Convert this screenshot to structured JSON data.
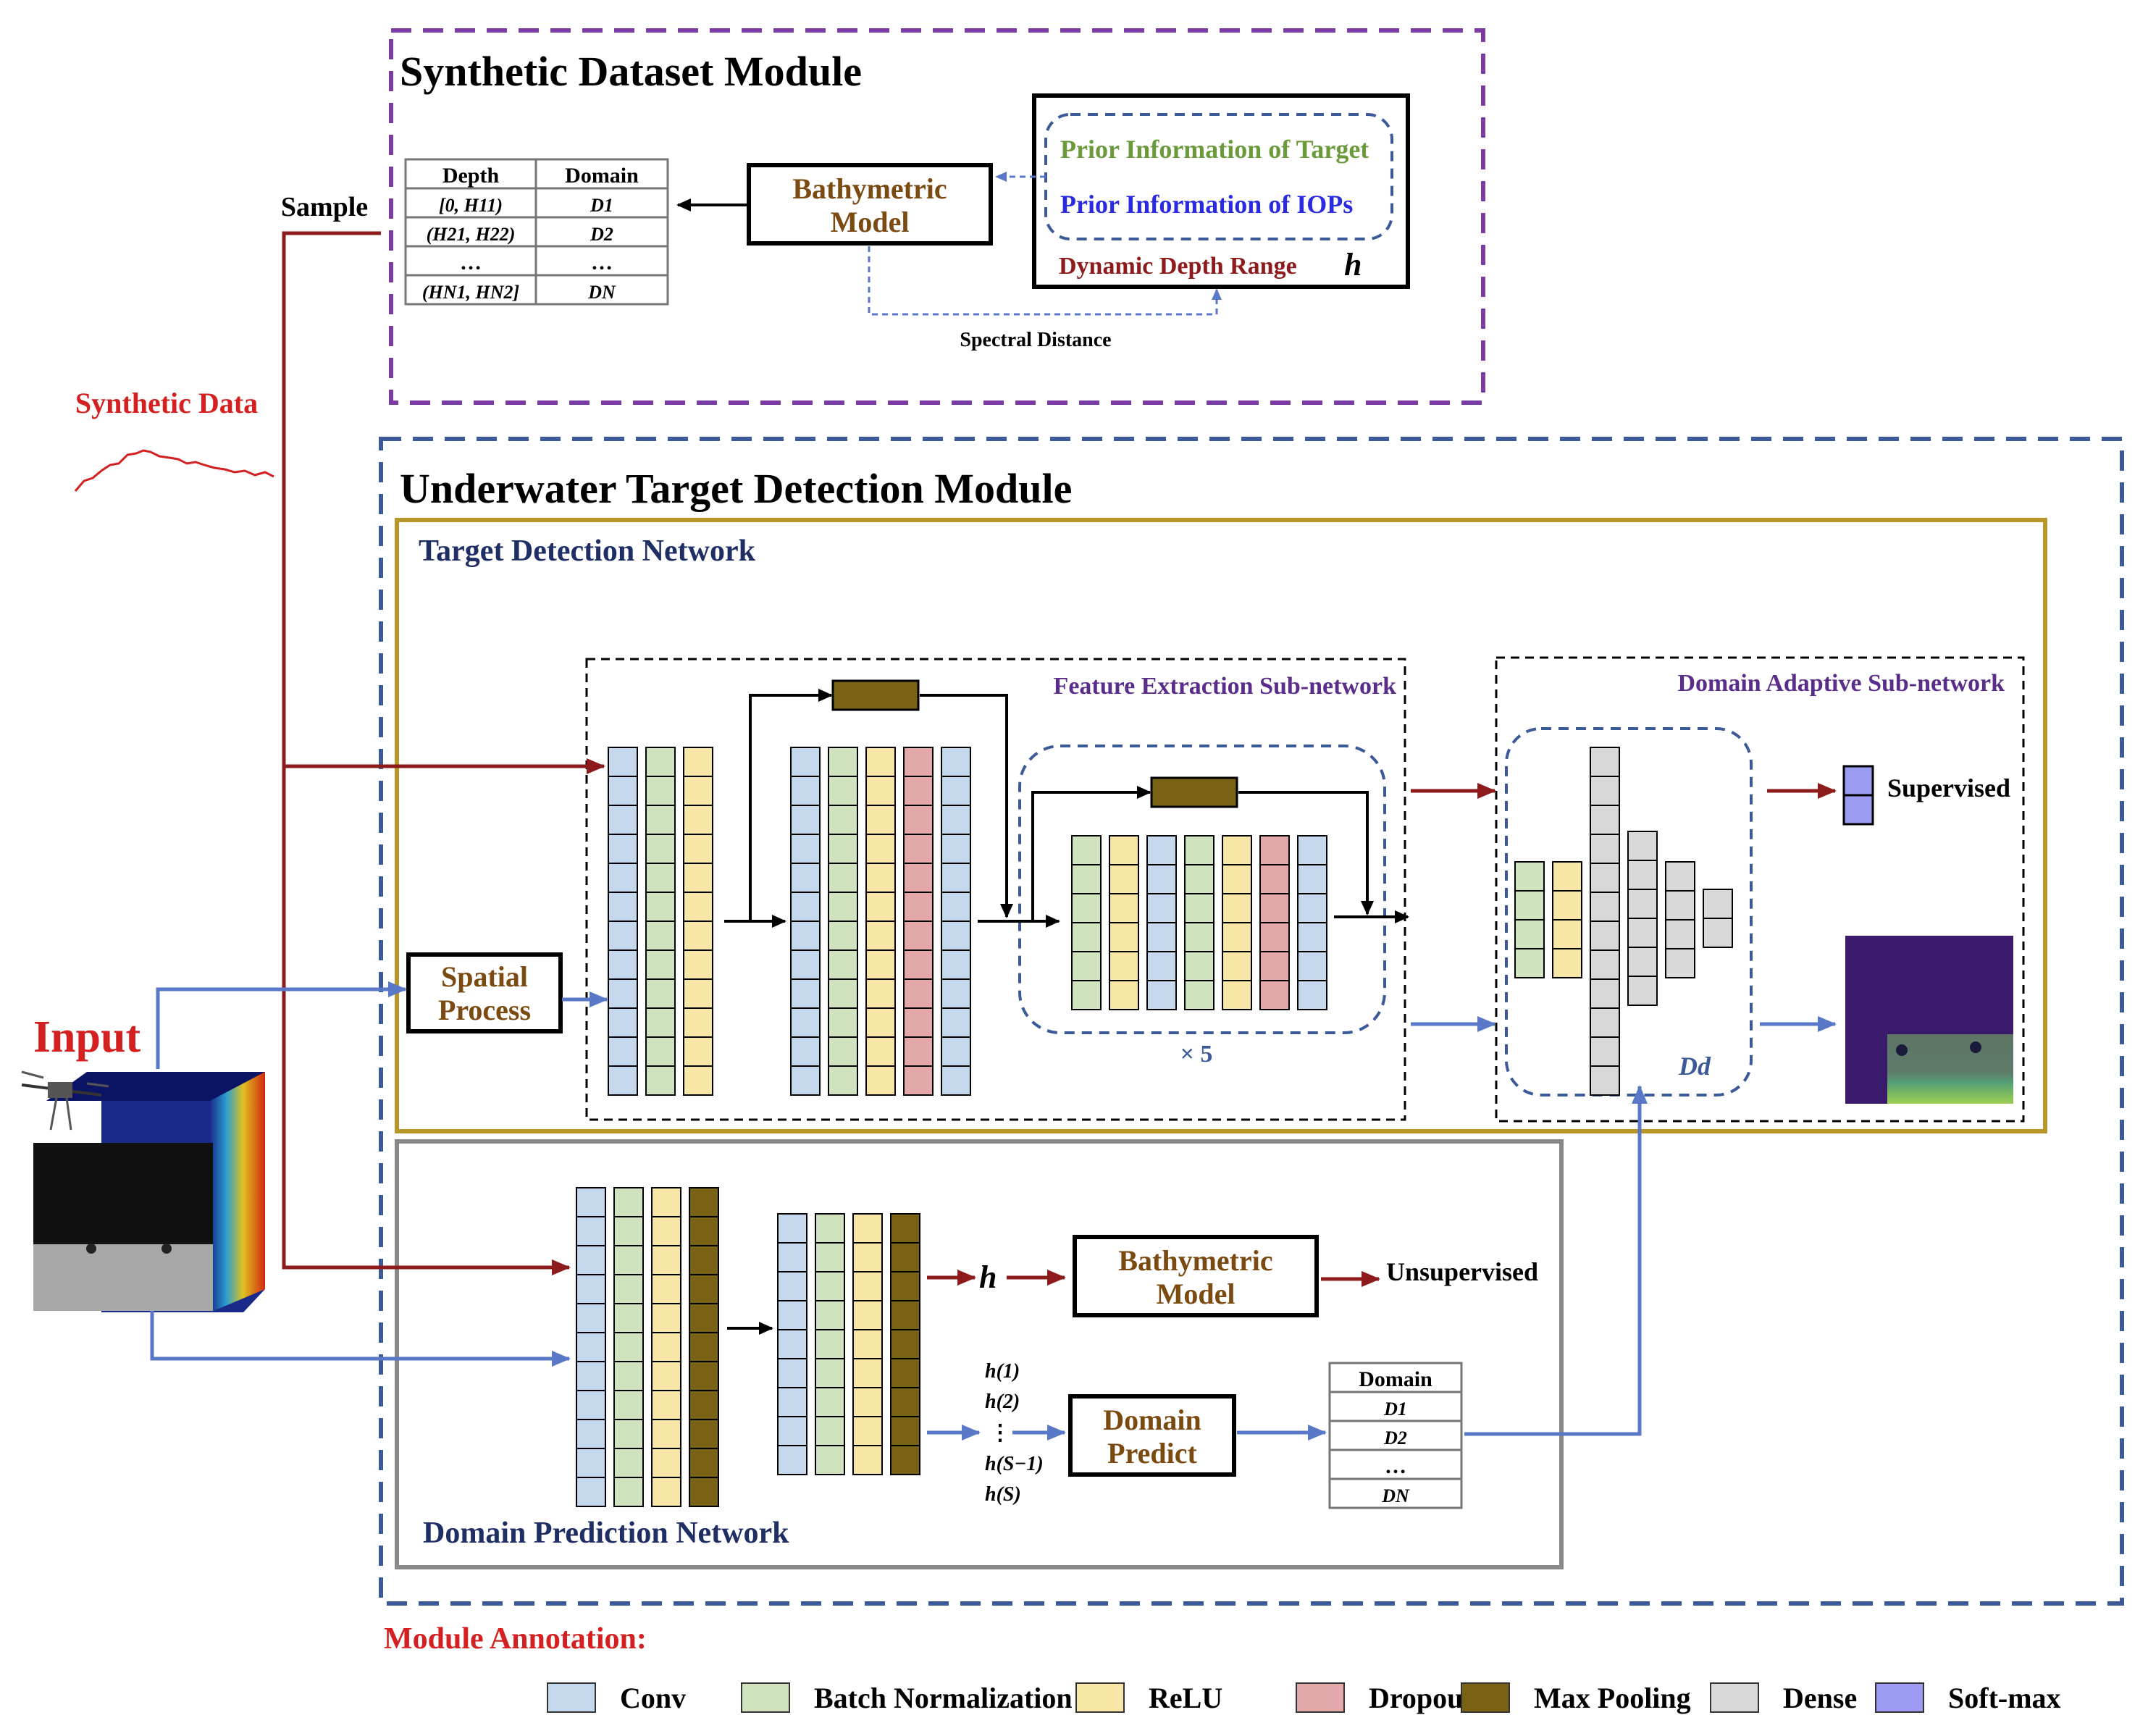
{
  "synthetic_module": {
    "title": "Synthetic Dataset Module",
    "table": {
      "headers": [
        "Depth",
        "Domain"
      ],
      "rows": [
        [
          "[0, H11)",
          "D1"
        ],
        [
          "(H21, H22)",
          "D2"
        ],
        [
          "…",
          "…"
        ],
        [
          "(HN1, HN2]",
          "DN"
        ]
      ]
    },
    "bathymetric_model": [
      "Bathymetric",
      "Model"
    ],
    "prior_target": "Prior Information of Target",
    "prior_iops": "Prior Information of IOPs",
    "dynamic_depth_range": "Dynamic Depth Range",
    "h_symbol": "h",
    "spectral_distance": "Spectral Distance"
  },
  "left": {
    "sample_label": "Sample",
    "synthetic_data_label": "Synthetic Data",
    "input_label": "Input"
  },
  "detection_module": {
    "title": "Underwater Target Detection Module",
    "target_network_title": "Target Detection Network",
    "feature_extraction_title": "Feature Extraction Sub-network",
    "domain_adaptive_title": "Domain Adaptive Sub-network",
    "spatial_process": [
      "Spatial",
      "Process"
    ],
    "repeat_label": "× 5",
    "supervised_label": "Supervised",
    "dd_label": "Dd",
    "domain_prediction_title": "Domain Prediction Network",
    "h_output": "h",
    "bathymetric_model": [
      "Bathymetric",
      "Model"
    ],
    "unsupervised_label": "Unsupervised",
    "h_samples": [
      "h(1)",
      "h(2)",
      "⋮",
      "h(S−1)",
      "h(S)"
    ],
    "domain_predict": [
      "Domain",
      "Predict"
    ],
    "domain_table": [
      "Domain",
      "D1",
      "D2",
      "…",
      "DN"
    ]
  },
  "annotation": {
    "title": "Module Annotation:",
    "legend": [
      {
        "label": "Conv",
        "color": "#c6d8ee"
      },
      {
        "label": "Batch Normalization",
        "color": "#cfe3bf"
      },
      {
        "label": "ReLU",
        "color": "#f8e6a6"
      },
      {
        "label": "Dropout",
        "color": "#e3a9aa"
      },
      {
        "label": "Max Pooling",
        "color": "#7a6214"
      },
      {
        "label": "Dense",
        "color": "#d9d9d9"
      },
      {
        "label": "Soft-max",
        "color": "#9b9bf2"
      }
    ]
  },
  "colors": {
    "purple_dash": "#7c3aa6",
    "blue_dash": "#3d5a98",
    "gold": "#b8962a",
    "gray": "#888888",
    "dark_red": "#8e1b1b",
    "arrow_blue": "#5a78c8",
    "brown_text": "#7a4a10",
    "navy_text": "#1f2f66",
    "violet_text": "#5b2d8a",
    "green_text": "#6a9a3a",
    "blue_text": "#2a2ae0",
    "red_text": "#d42020"
  }
}
